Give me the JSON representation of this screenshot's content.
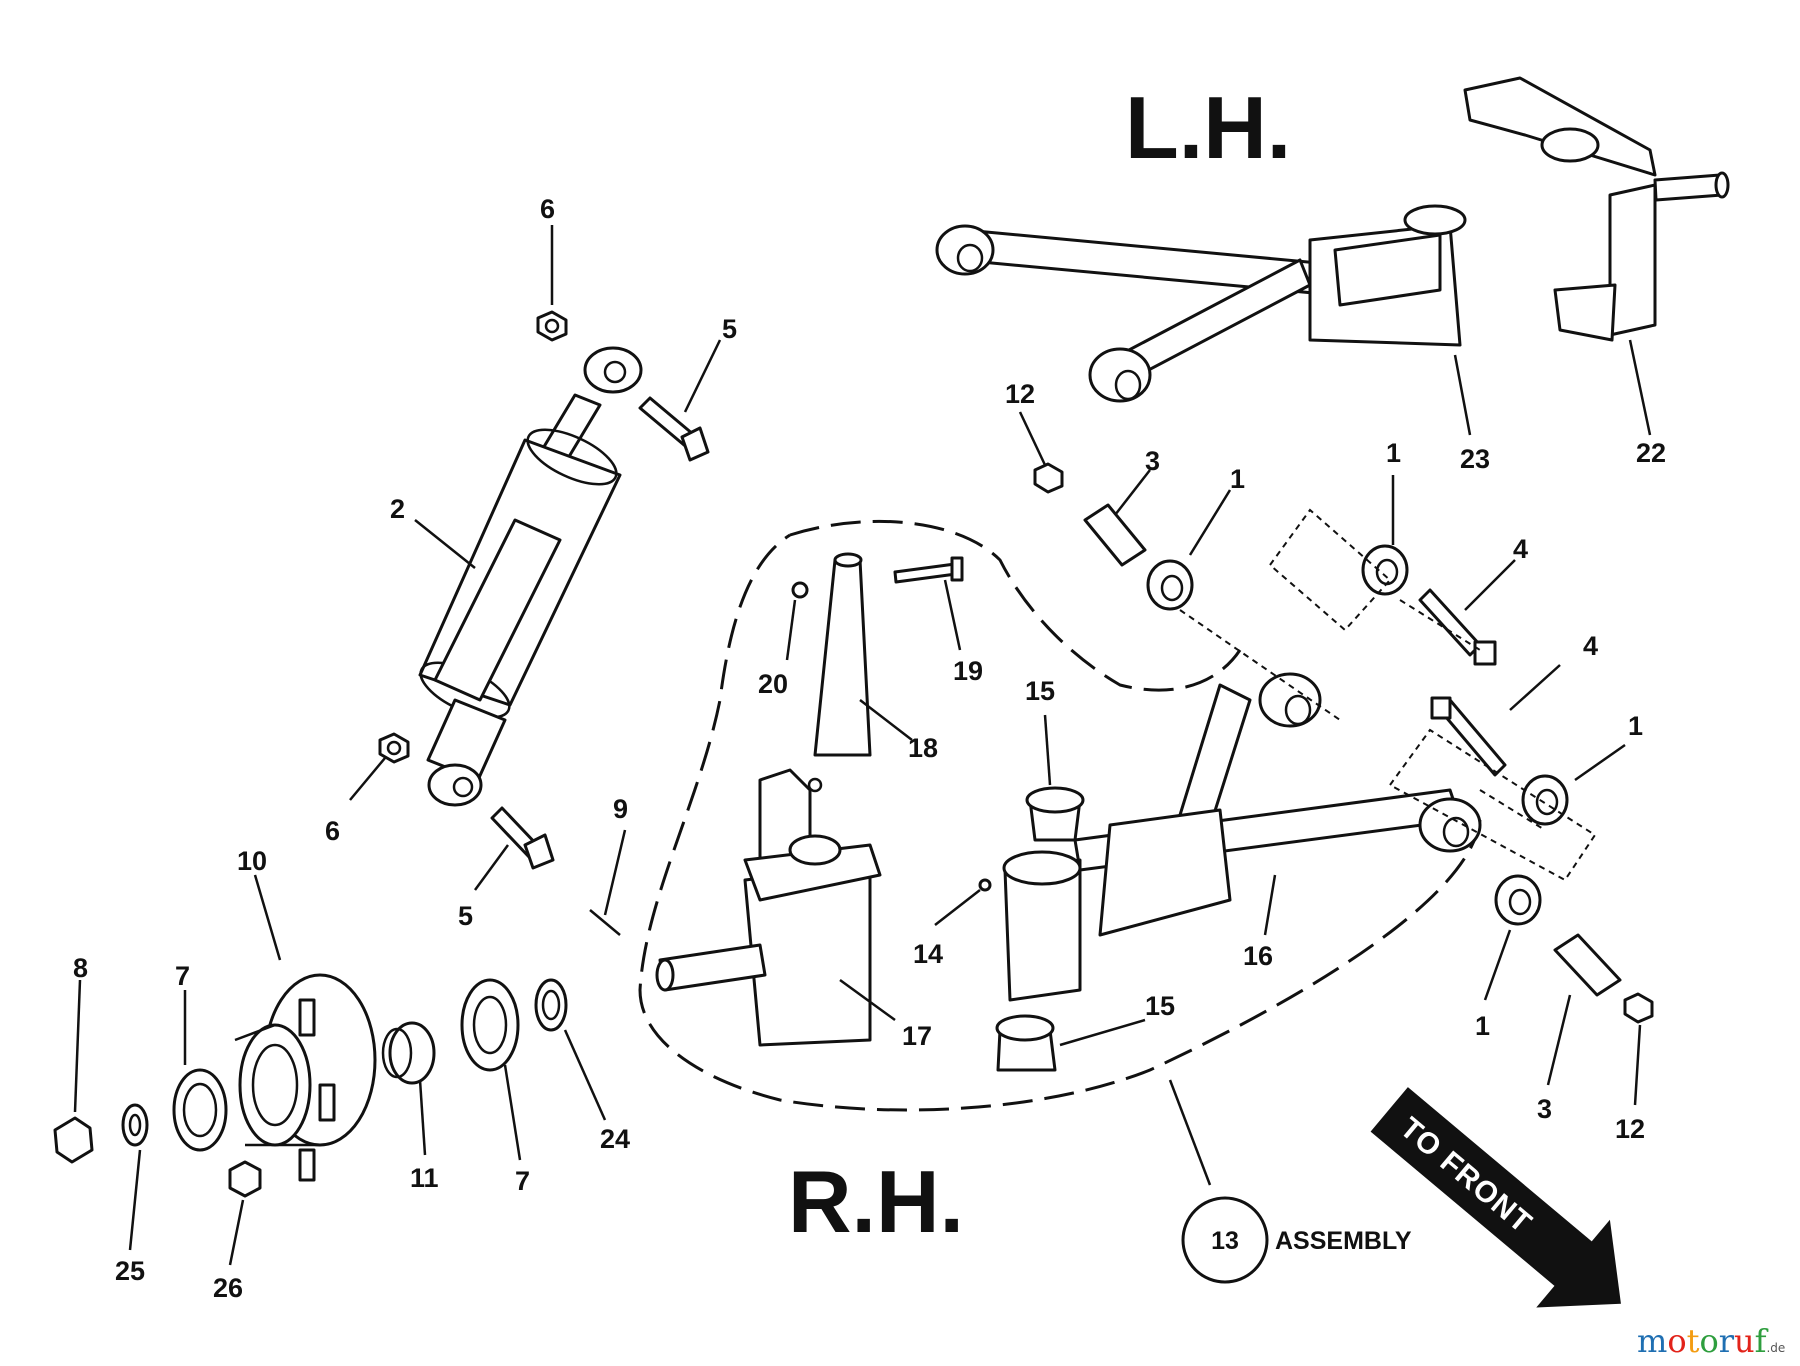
{
  "labels": {
    "lh": "L.H.",
    "rh": "R.H.",
    "assembly_number": "13",
    "assembly_text": "ASSEMBLY",
    "to_front": "TO FRONT"
  },
  "callouts": {
    "c6a": "6",
    "c5a": "5",
    "c2": "2",
    "c6b": "6",
    "c5b": "5",
    "c10": "10",
    "c8": "8",
    "c7a": "7",
    "c25": "25",
    "c26": "26",
    "c11": "11",
    "c7b": "7",
    "c24": "24",
    "c9": "9",
    "c20": "20",
    "c19": "19",
    "c18": "18",
    "c17": "17",
    "c12a": "12",
    "c3a": "3",
    "c1a": "1",
    "c1b": "1",
    "c4a": "4",
    "c23": "23",
    "c22": "22",
    "c15a": "15",
    "c14": "14",
    "c16": "16",
    "c15b": "15",
    "c4b": "4",
    "c1c": "1",
    "c1d": "1",
    "c3b": "3",
    "c12b": "12"
  },
  "watermark": {
    "letters": [
      "m",
      "o",
      "t",
      "o",
      "r",
      "u",
      "f"
    ],
    "suffix": ".de",
    "colors": [
      "#1f6fb2",
      "#e2231a",
      "#f39c12",
      "#2e9e3e",
      "#1f6fb2",
      "#e2231a",
      "#2e9e3e"
    ]
  }
}
